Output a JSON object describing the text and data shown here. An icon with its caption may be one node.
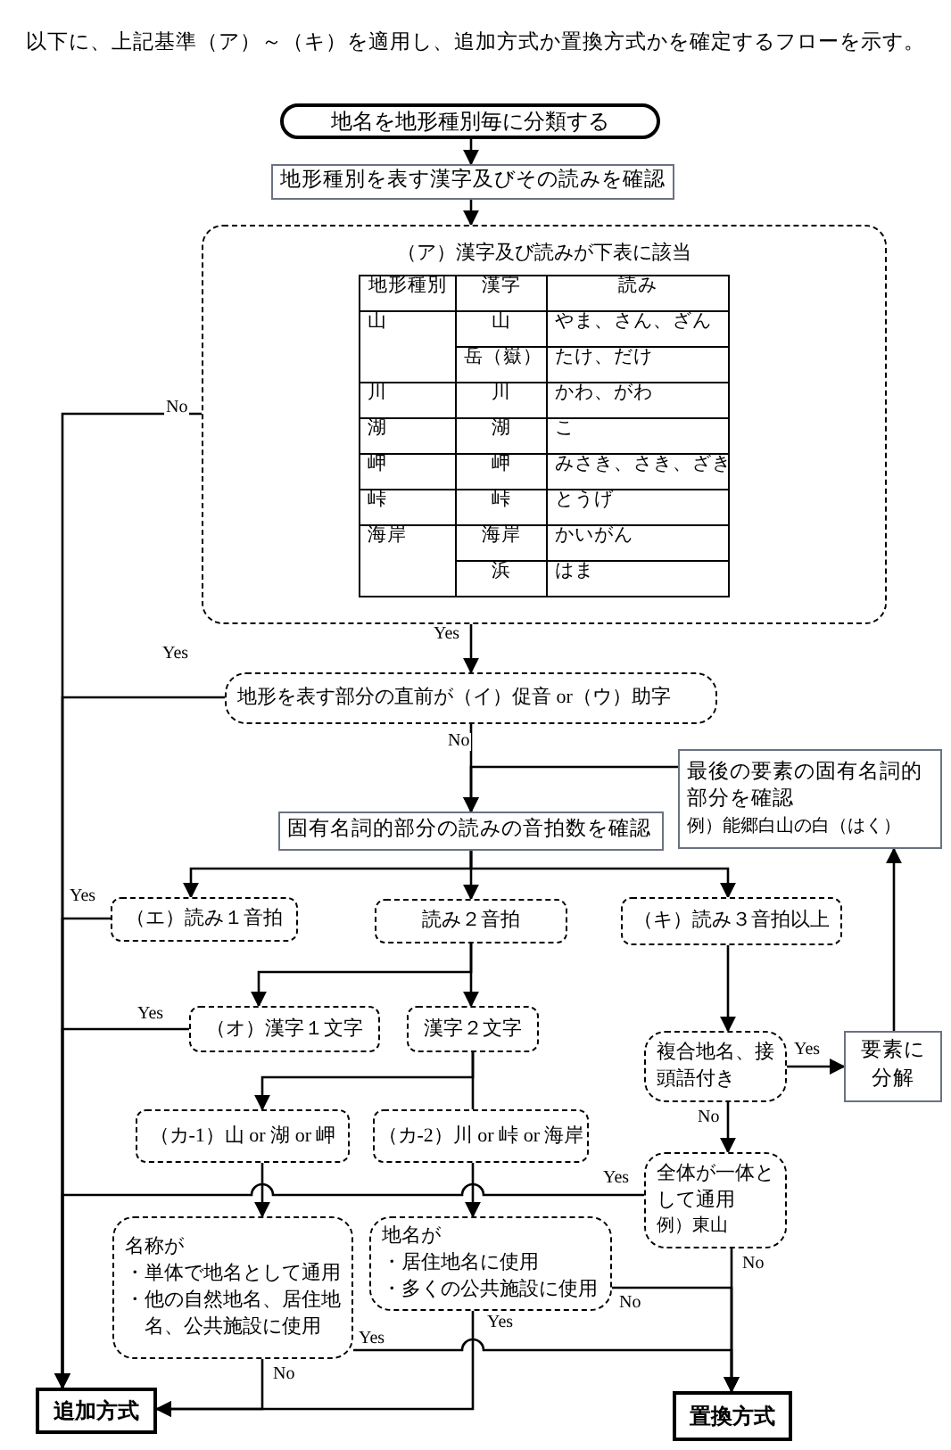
{
  "diagram": {
    "title": "以下に、上記基準（ア）～（キ）を適用し、追加方式か置換方式かを確定するフローを示す。",
    "nodes": [
      {
        "text": [
          "地名を地形種別毎に分類する"
        ]
      },
      {
        "text": [
          "地形種別を表す漢字及びその読みを確認"
        ]
      },
      {
        "text": [
          "（ア）漢字及び読みが下表に該当"
        ]
      },
      {
        "text": [
          "地形を表す部分の直前が（イ）促音 or（ウ）助字"
        ]
      },
      {
        "text": [
          "固有名詞的部分の読みの音拍数を確認"
        ]
      },
      {
        "text": [
          "最後の要素の固有名詞的部分を確認",
          "例）能郷白山の白（はく）"
        ]
      },
      {
        "text": [
          "（エ）読み１音拍"
        ]
      },
      {
        "text": [
          "読み２音拍"
        ]
      },
      {
        "text": [
          "（キ）読み３音拍以上"
        ]
      },
      {
        "text": [
          "（オ）漢字１文字"
        ]
      },
      {
        "text": [
          "漢字２文字"
        ]
      },
      {
        "text": [
          "（カ-1）山 or 湖 or 岬"
        ]
      },
      {
        "text": [
          "（カ-2）川 or 峠 or 海岸"
        ]
      },
      {
        "text": [
          "複合地名、接頭語付き"
        ]
      },
      {
        "text": [
          "要素に分解"
        ]
      },
      {
        "text": [
          "全体が一体として通用",
          "例）東山"
        ]
      },
      {
        "text": [
          "名称が",
          "・単体で地名として通用",
          "・他の自然地名、居住地名、公共施設に使用"
        ]
      },
      {
        "text": [
          "地名が",
          "・居住地名に使用",
          "・多くの公共施設に使用"
        ]
      },
      {
        "text": [
          "追加方式"
        ]
      },
      {
        "text": [
          "置換方式"
        ]
      }
    ],
    "edges": [
      {
        "from": 0,
        "to": 1,
        "arrow": "to"
      },
      {
        "from": 1,
        "to": 2,
        "arrow": "to"
      },
      {
        "from": 2,
        "to": 3,
        "arrow": "to",
        "label": "Yes"
      },
      {
        "from": 2,
        "to": 18,
        "arrow": "to",
        "label": "No"
      },
      {
        "from": 3,
        "to": 4,
        "arrow": "to",
        "label": "No"
      },
      {
        "from": 3,
        "to": 18,
        "arrow": "to",
        "label": "Yes"
      },
      {
        "from": 5,
        "to": 4,
        "arrow": "to"
      },
      {
        "from": 4,
        "to": 6,
        "arrow": "to"
      },
      {
        "from": 4,
        "to": 7,
        "arrow": "to"
      },
      {
        "from": 4,
        "to": 8,
        "arrow": "to"
      },
      {
        "from": 6,
        "to": 18,
        "arrow": "to",
        "label": "Yes"
      },
      {
        "from": 7,
        "to": 9,
        "arrow": "to"
      },
      {
        "from": 7,
        "to": 10,
        "arrow": "to"
      },
      {
        "from": 9,
        "to": 18,
        "arrow": "to",
        "label": "Yes"
      },
      {
        "from": 10,
        "to": 11,
        "arrow": "to"
      },
      {
        "from": 10,
        "to": 12,
        "arrow": "none"
      },
      {
        "from": 8,
        "to": 13,
        "arrow": "to"
      },
      {
        "from": 13,
        "to": 14,
        "arrow": "to",
        "label": "Yes"
      },
      {
        "from": 14,
        "to": 5,
        "arrow": "to"
      },
      {
        "from": 13,
        "to": 15,
        "arrow": "to",
        "label": "No"
      },
      {
        "from": 15,
        "to": 18,
        "arrow": "to",
        "label": "Yes"
      },
      {
        "from": 11,
        "to": 16,
        "arrow": "to"
      },
      {
        "from": 12,
        "to": 17,
        "arrow": "to"
      },
      {
        "from": 15,
        "to": 19,
        "arrow": "to",
        "label": "No"
      },
      {
        "from": 17,
        "to": 19,
        "arrow": "to",
        "label": "No"
      },
      {
        "from": 16,
        "to": 19,
        "arrow": "to",
        "label": "Yes"
      },
      {
        "from": 16,
        "to": 18,
        "arrow": "to",
        "label": "No"
      },
      {
        "from": 17,
        "to": 18,
        "arrow": "to",
        "label": "Yes"
      }
    ],
    "labels": [
      "地形種別",
      "漢字",
      "読み",
      "山",
      "山",
      "やま、さん、ざん",
      "岳（嶽）",
      "たけ、だけ",
      "川",
      "川",
      "かわ、がわ",
      "湖",
      "湖",
      "こ",
      "岬",
      "岬",
      "みさき、さき、ざき",
      "峠",
      "峠",
      "とうげ",
      "海岸",
      "海岸",
      "かいがん",
      "浜",
      "はま"
    ]
  }
}
